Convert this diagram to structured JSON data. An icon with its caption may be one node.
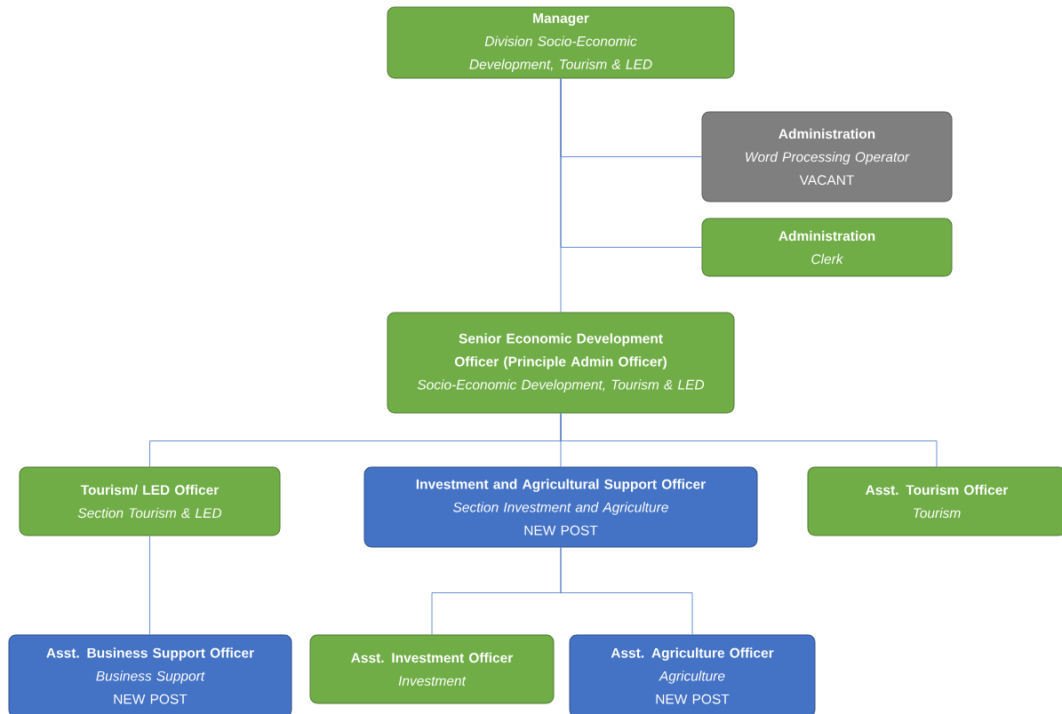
{
  "diagram": {
    "nodes": [
      {
        "text": [
          "Manager",
          "Division Socio-Economic Development, Tourism & LED"
        ]
      },
      {
        "text": [
          "Administration",
          "Word Processing Operator",
          "VACANT"
        ]
      },
      {
        "text": [
          "Administration",
          "Clerk"
        ]
      },
      {
        "text": [
          "Senior Economic Development Officer (Principle Admin Officer)",
          "Socio-Economic Development, Tourism & LED"
        ]
      },
      {
        "text": [
          "Tourism/ LED Officer",
          "Section Tourism & LED"
        ]
      },
      {
        "text": [
          "Investment and Agricultural Support Officer",
          "Section Investment and Agriculture",
          "NEW POST"
        ]
      },
      {
        "text": [
          "Asst. Tourism Officer",
          "Tourism"
        ]
      },
      {
        "text": [
          "Asst. Business Support Officer",
          "Business Support",
          "NEW POST"
        ]
      },
      {
        "text": [
          "Asst. Investment Officer",
          "Investment"
        ]
      },
      {
        "text": [
          "Asst. Agriculture Officer",
          "Agriculture",
          "NEW POST"
        ]
      }
    ],
    "edges": [
      {
        "from": 0,
        "to": 1,
        "arrow": "none"
      },
      {
        "from": 0,
        "to": 2,
        "arrow": "none"
      },
      {
        "from": 0,
        "to": 3,
        "arrow": "none"
      },
      {
        "from": 3,
        "to": 4,
        "arrow": "none"
      },
      {
        "from": 3,
        "to": 5,
        "arrow": "none"
      },
      {
        "from": 3,
        "to": 6,
        "arrow": "none"
      },
      {
        "from": 4,
        "to": 7,
        "arrow": "none"
      },
      {
        "from": 5,
        "to": 8,
        "arrow": "none"
      },
      {
        "from": 5,
        "to": 9,
        "arrow": "none"
      }
    ]
  }
}
